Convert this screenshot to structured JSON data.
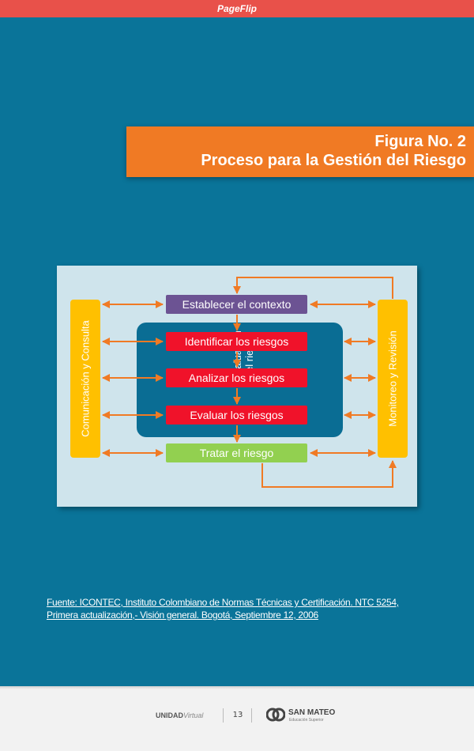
{
  "app": {
    "title": "PageFlip"
  },
  "figure": {
    "title_line1": "Figura No. 2",
    "title_line2": "Proceso para la Gestión del Riesgo"
  },
  "diagram": {
    "left_bar": "Comunicación y Consulta",
    "right_bar": "Monitoreo y Revisión",
    "inner_label_line1": "Evaluación",
    "inner_label_line2": "del riesgo",
    "steps": [
      "Establecer el contexto",
      "Identificar los riesgos",
      "Analizar los riesgos",
      "Evaluar los riesgos",
      "Tratar el riesgo"
    ],
    "colors": {
      "context": "#6c5393",
      "risk_steps": "#f0122a",
      "treat": "#92d050",
      "side_bars": "#ffc000",
      "arrows": "#f07a24",
      "inner": "#0a6d94"
    }
  },
  "source": {
    "line1": "Fuente: ICONTEC, Instituto Colombiano de Normas Técnicas y Certificación. NTC 5254,",
    "line2": "Primera actualización,- Visión general. Bogotá, Septiembre 12, 2006"
  },
  "footer": {
    "brand_bold": "UNIDAD",
    "brand_italic": "Virtual",
    "page_number": "13",
    "logo_name": "SAN MATEO",
    "logo_sub": "Educación Superior"
  }
}
